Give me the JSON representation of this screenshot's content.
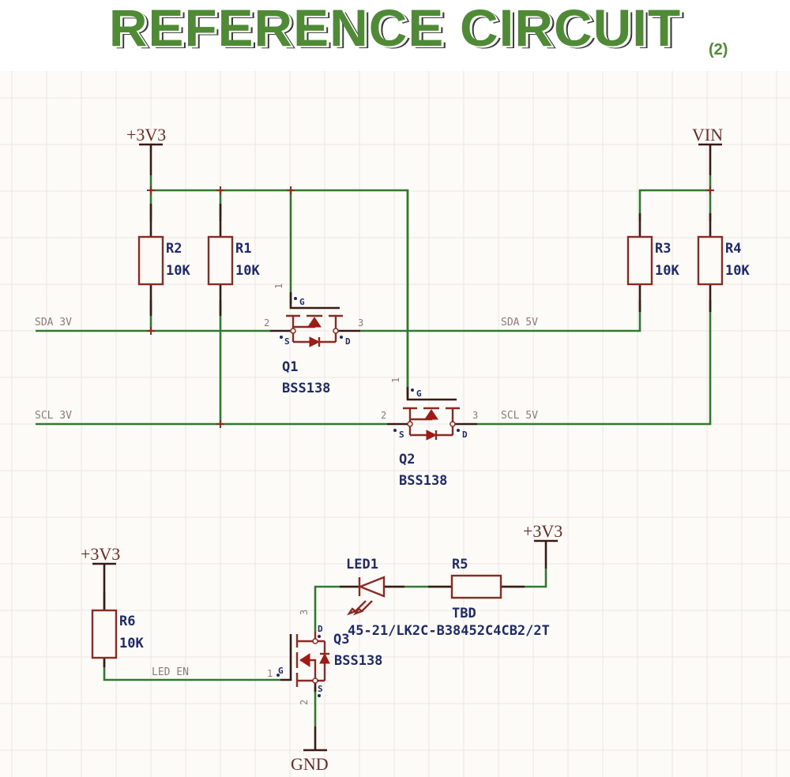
{
  "title": {
    "main": "REFERENCE CIRCUIT",
    "sub": "(2)",
    "color": "#4f8a34"
  },
  "power_ports": {
    "p3v3_top": "+3V3",
    "vin": "VIN",
    "p3v3_led": "+3V3",
    "p3v3_r6": "+3V3",
    "gnd": "GND"
  },
  "resistors": [
    {
      "ref": "R2",
      "value": "10K"
    },
    {
      "ref": "R1",
      "value": "10K"
    },
    {
      "ref": "R3",
      "value": "10K"
    },
    {
      "ref": "R4",
      "value": "10K"
    },
    {
      "ref": "R5",
      "value": "TBD"
    },
    {
      "ref": "R6",
      "value": "10K"
    }
  ],
  "mosfets": [
    {
      "ref": "Q1",
      "part": "BSS138",
      "pins": {
        "gate": "1",
        "source": "2",
        "drain": "3"
      },
      "pin_letters": {
        "g": "G",
        "s": "S",
        "d": "D"
      }
    },
    {
      "ref": "Q2",
      "part": "BSS138",
      "pins": {
        "gate": "1",
        "source": "2",
        "drain": "3"
      },
      "pin_letters": {
        "g": "G",
        "s": "S",
        "d": "D"
      }
    },
    {
      "ref": "Q3",
      "part": "BSS138",
      "pins": {
        "gate": "1",
        "source": "2",
        "drain": "3"
      },
      "pin_letters": {
        "g": "G",
        "s": "S",
        "d": "D"
      }
    }
  ],
  "led": {
    "ref": "LED1",
    "part": "45-21/LK2C-B38452C4CB2/2T"
  },
  "nets": {
    "sda_3v": "SDA 3V",
    "sda_5v": "SDA 5V",
    "scl_3v": "SCL 3V",
    "scl_5v": "SCL 5V",
    "led_en": "LED EN"
  },
  "colors": {
    "wire": "#2f7a2f",
    "component": "#8a2a22",
    "designator": "#1e2a6a",
    "grid": "#ece6e2"
  }
}
